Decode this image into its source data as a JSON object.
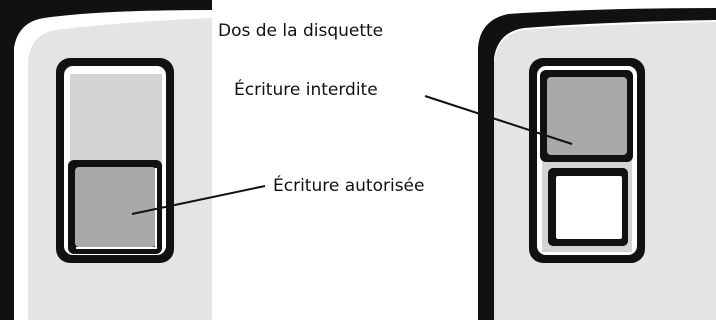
{
  "labels": {
    "title": "Dos de la disquette",
    "write_protected": "Écriture interdite",
    "write_enabled": "Écriture autorisée"
  },
  "colors": {
    "background": "#ffffff",
    "outline": "#111111",
    "panel": "#e4e4e4",
    "switch_track": "#d4d4d4",
    "switch_tab": "#a9a9a9",
    "open_window": "#ffffff"
  },
  "diagrams": [
    {
      "name": "write-enabled",
      "tab_position": "bottom",
      "window_open": false
    },
    {
      "name": "write-protected",
      "tab_position": "top",
      "window_open": true
    }
  ]
}
